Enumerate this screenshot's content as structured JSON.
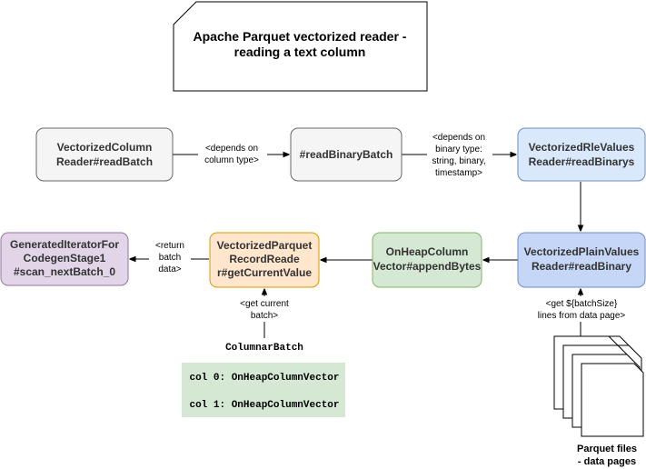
{
  "title": {
    "line1": "Apache Parquet vectorized reader -",
    "line2": "reading a text column"
  },
  "nodes": {
    "column_reader": {
      "line1": "VectorizedColumn",
      "line2": "Reader#readBatch",
      "fill": "#f5f5f5",
      "stroke": "#666666"
    },
    "read_binary_batch": {
      "line1": "#readBinaryBatch",
      "fill": "#f5f5f5",
      "stroke": "#666666"
    },
    "rle_reader": {
      "line1": "VectorizedRleValues",
      "line2": "Reader#readBinarys",
      "fill": "#dae8fc",
      "stroke": "#6c8ebf"
    },
    "plain_reader": {
      "line1": "VectorizedPlainValues",
      "line2": "Reader#readBinary",
      "fill": "#c5d6f7",
      "stroke": "#6c8ebf"
    },
    "onheap_vector": {
      "line1": "OnHeapColumn",
      "line2": "Vector#appendBytes",
      "fill": "#d5e8d4",
      "stroke": "#82b366"
    },
    "record_reader": {
      "line1": "VectorizedParquet",
      "line2": "RecordReade",
      "line3": "r#getCurrentValue",
      "fill": "#ffe6cc",
      "stroke": "#d79b00"
    },
    "generated_iterator": {
      "line1": "GeneratedIteratorFor",
      "line2": "CodegenStage1",
      "line3": "#scan_nextBatch_0",
      "fill": "#e1d5e7",
      "stroke": "#9673a6"
    }
  },
  "edge_labels": {
    "depends_column_type": {
      "line1": "<depends on",
      "line2": "column type>"
    },
    "depends_binary_type": {
      "line1": "<depends on",
      "line2": "binary type:",
      "line3": "string, binary,",
      "line4": "timestamp>"
    },
    "get_batch_size": {
      "line1": "<get ${batchSize}",
      "line2": "lines from data page>"
    },
    "return_batch_data": {
      "line1": "<return",
      "line2": "batch",
      "line3": "data>"
    },
    "get_current_batch": {
      "line1": "<get current",
      "line2": "batch>"
    }
  },
  "columnar_batch": {
    "label": "ColumnarBatch",
    "rows": [
      "col 0: OnHeapColumnVector",
      "col 1: OnHeapColumnVector"
    ],
    "fill": "#d5e8d4"
  },
  "parquet_files": {
    "line1": "Parquet files",
    "line2": "- data pages"
  }
}
